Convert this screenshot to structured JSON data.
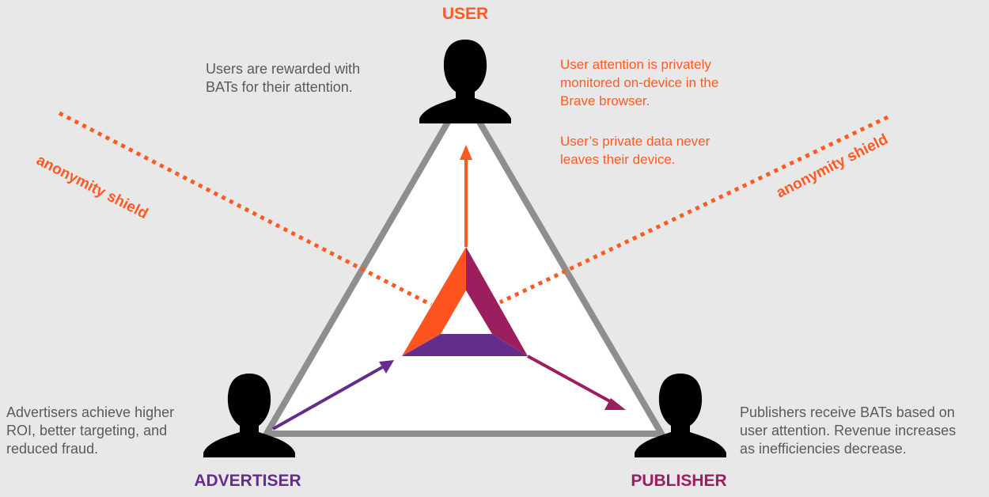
{
  "roles": {
    "user": "USER",
    "advertiser": "ADVERTISER",
    "publisher": "PUBLISHER"
  },
  "texts": {
    "user_reward": "Users are rewarded with\nBATs for their attention.",
    "user_attention": "User attention is privately\nmonitored on-device in the\nBrave browser.",
    "user_private": "User’s private data never\nleaves their device.",
    "advertiser": "Advertisers achieve higher\nROI, better targeting, and\nreduced fraud.",
    "publisher": "Publishers receive BATs based on\nuser attention. Revenue increases\nas inefficiencies decrease."
  },
  "shield_left": "anonymity shield",
  "shield_right": "anonymity shield",
  "colors": {
    "orange": "#fd5a23",
    "purple": "#652d8b",
    "magenta": "#9b1f5e",
    "gray": "#8e8e8e"
  }
}
